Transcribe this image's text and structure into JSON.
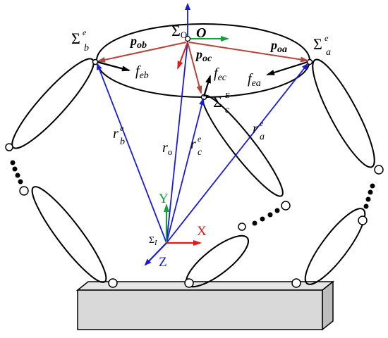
{
  "labels": {
    "sigma": "Σ",
    "sub_O": "O",
    "O_bold": "O",
    "sub_b": "b",
    "sup_e": "e",
    "sub_a": "a",
    "sub_c": "c",
    "sup_E": "E",
    "p": "p",
    "sub_ob": "ob",
    "sub_oa": "oa",
    "sub_oc": "oc",
    "f": "f",
    "sub_eb": "eb",
    "sub_ea": "ea",
    "sub_ec": "ec",
    "r": "r",
    "sub_o": "o",
    "sub_I": "I",
    "axis_x": "X",
    "axis_y": "Y",
    "axis_z": "Z"
  },
  "colors": {
    "black": "#000000",
    "blue": "#1a1adb",
    "red": "#e01818",
    "green": "#12a038",
    "brown": "#b5443a",
    "base_fill": "#d9d9d9"
  }
}
